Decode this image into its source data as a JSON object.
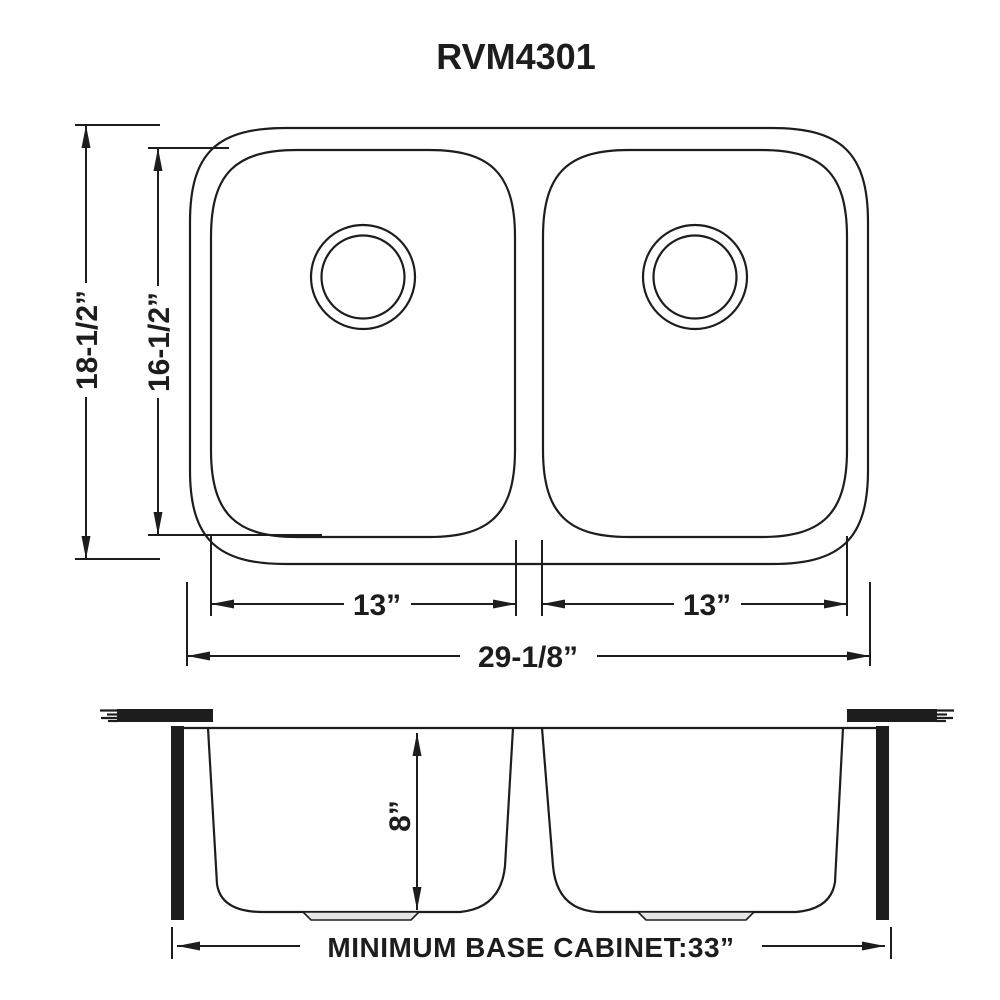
{
  "title": "RVM4301",
  "colors": {
    "line": "#1d1d1d",
    "background": "#ffffff",
    "drain_ledge_fill": "#e6e6e6",
    "solid_fill": "#1d1d1d"
  },
  "top_view": {
    "overall_depth_label": "18-1/2”",
    "bowl_depth_label": "16-1/2”",
    "left_bowl_width_label": "13”",
    "right_bowl_width_label": "13”",
    "overall_width_label": "29-1/8”"
  },
  "side_view": {
    "bowl_height_label": "8”",
    "base_cabinet_label": "MINIMUM BASE CABINET:33”"
  }
}
